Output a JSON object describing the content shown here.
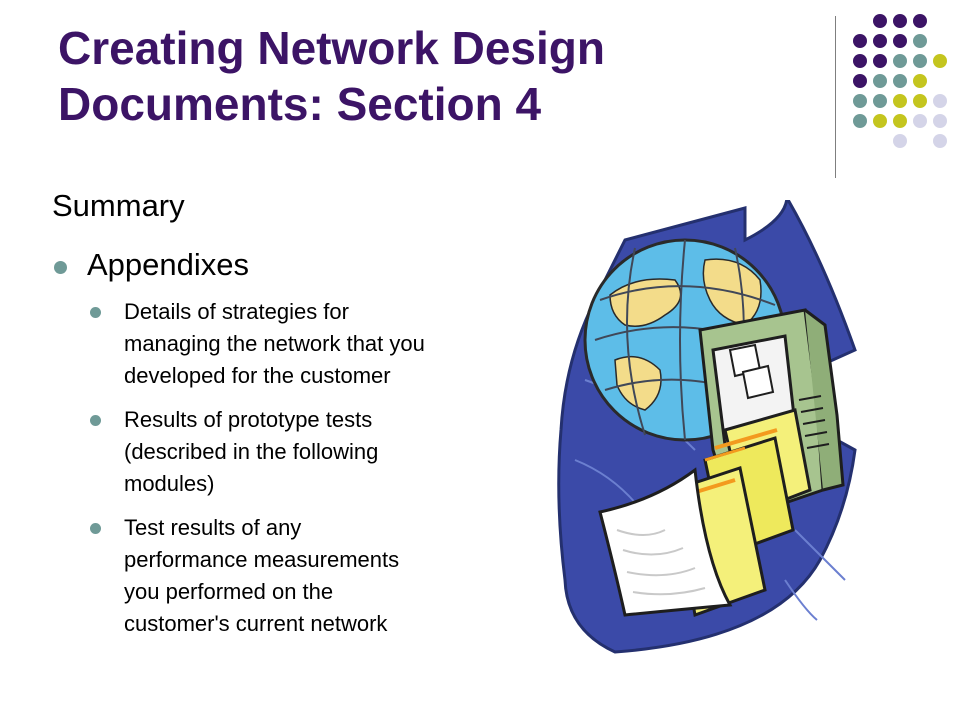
{
  "slide": {
    "title_lines": [
      "Creating Network Design",
      "Documents:  Section 4"
    ],
    "section_heading": "Summary",
    "main_bullet": "Appendixes",
    "sub_bullets": [
      [
        "Details of strategies for",
        "managing the network that you",
        "developed for the customer"
      ],
      [
        "Results of prototype tests",
        "(described in the following",
        "modules)"
      ],
      [
        "Test results of any",
        "performance measurements",
        "you performed on the",
        "customer's current network"
      ]
    ]
  },
  "decor": {
    "clipart_icon": "globe-computer-documents-clipart",
    "dot_grid_icon": "decorative-dot-grid",
    "colors": {
      "title": "#3c1466",
      "purple": "#3c1466",
      "teal": "#6f9a97",
      "olive": "#c4c51f",
      "lavender": "#d4d4e8",
      "bullet": "#6f9a97"
    }
  }
}
